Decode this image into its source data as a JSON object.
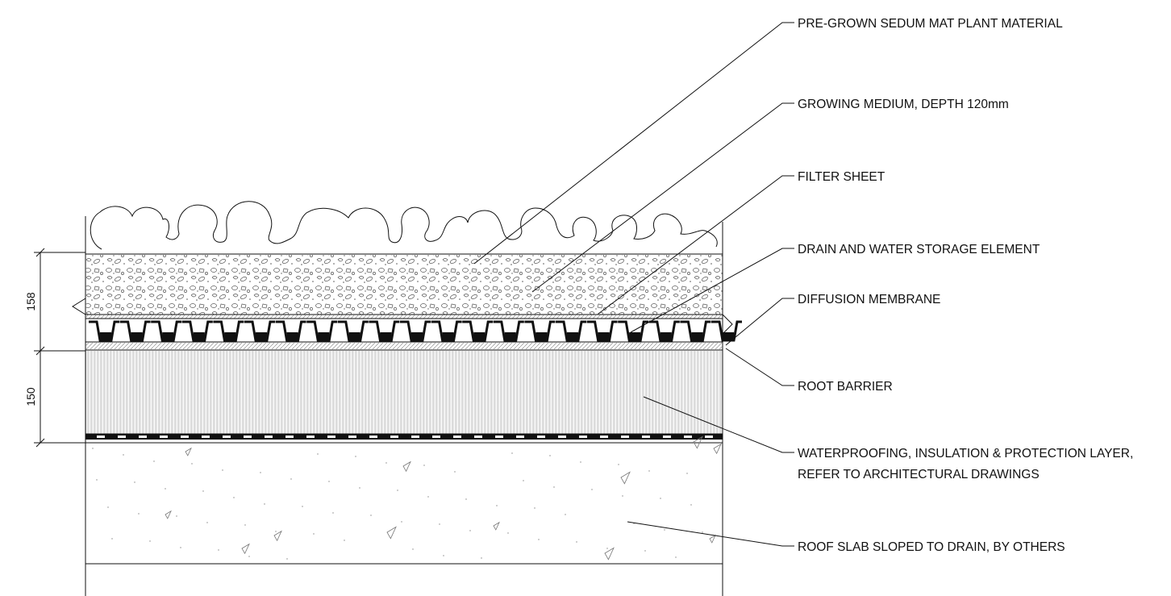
{
  "labels": {
    "sedum": "PRE-GROWN SEDUM MAT PLANT MATERIAL",
    "growing_medium": "GROWING MEDIUM, DEPTH 120mm",
    "filter_sheet": "FILTER SHEET",
    "drain_element": "DRAIN AND WATER STORAGE ELEMENT",
    "diffusion_membrane": "DIFFUSION MEMBRANE",
    "root_barrier": "ROOT BARRIER",
    "waterproofing_line1": "WATERPROOFING, INSULATION & PROTECTION LAYER,",
    "waterproofing_line2": "REFER TO ARCHITECTURAL DRAWINGS",
    "roof_slab": "ROOF SLAB SLOPED TO DRAIN, BY OTHERS"
  },
  "dimensions": {
    "upper": "158",
    "lower": "150"
  }
}
